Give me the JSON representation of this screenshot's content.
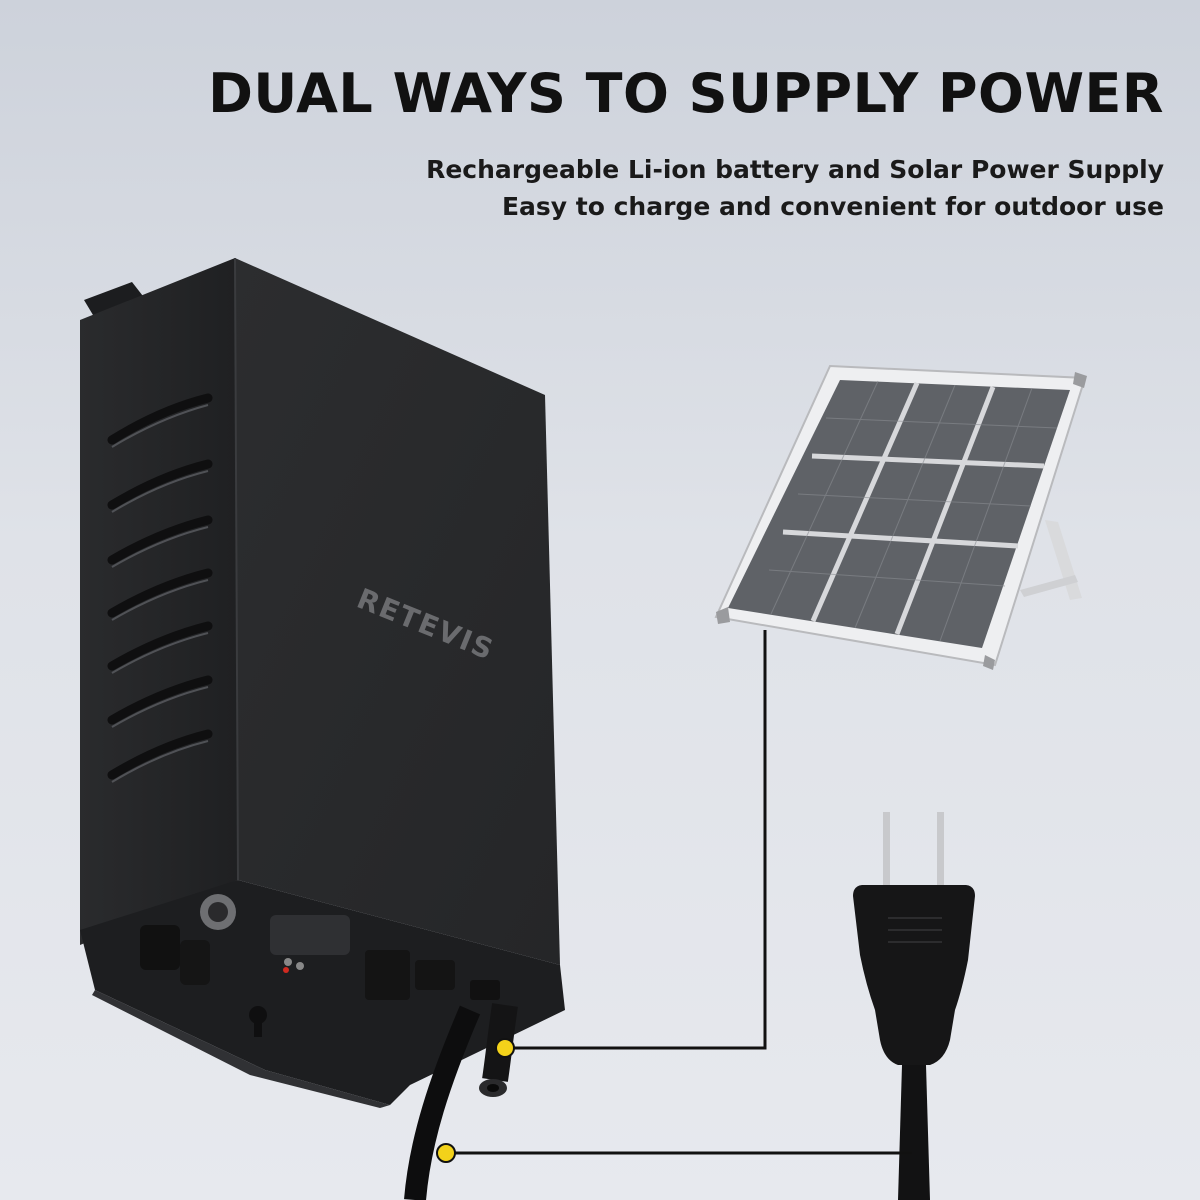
{
  "headline": "DUAL WAYS TO SUPPLY POWER",
  "subtitle_line1": "Rechargeable Li-ion battery and Solar Power Supply",
  "subtitle_line2": "Easy to charge and convenient for outdoor use",
  "device": {
    "brand_logo": "RETEVIS",
    "color": "#2b2c2e"
  },
  "solar_panel": {
    "cell_color": "#6f7277",
    "frame_color": "#e9eaec"
  },
  "connector_dot_color": "#f3d21a",
  "connector_line_color": "#111111"
}
